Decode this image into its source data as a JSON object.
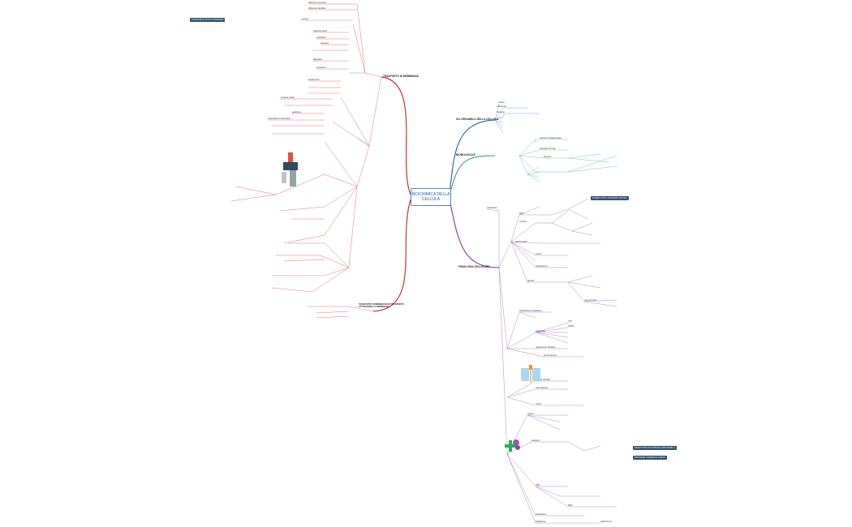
{
  "central": {
    "line1": "BIOCHIMICA DELLA",
    "line2": "CELLULA"
  },
  "branches": {
    "left_top": "TRASPORTO DI MEMBRANA",
    "left_bottom": "TRASPORTO DI MEMBRANA DI TRASPORTO ATTRAVERSO LA MEMBRANA",
    "right_1": "GLI ORGANELLI DELLA CELLULA",
    "right_2": "BIOMOLECOLE",
    "right_3": "FISIOLOGIA CELLULARE"
  },
  "callouts": [
    "TRASPORTO ATTIVO PRIMARIO",
    "POMPA SODIO-POTASSIO (ATPasi)",
    "RECETTORI ACCOPPIATI A PROTEINE G",
    "PROTEINE CARRIER E CANALI"
  ],
  "labels": {
    "l1": "diffusione semplice",
    "l2": "diffusione facilitata",
    "l3": "osmosi",
    "l4": "trasporto attivo",
    "l5": "endocitosi",
    "l6": "esocitosi",
    "l7": "fagocitosi",
    "l8": "pinocitosi",
    "l9": "canali ionici",
    "l10": "proteine carrier",
    "l11": "gradiente",
    "l12": "potenziale di membrana",
    "r1": "nucleo",
    "r2": "mitocondri",
    "r3": "ribosomi",
    "r4": "reticolo endoplasmatico",
    "r5": "apparato di Golgi",
    "r6": "lisosomi",
    "r7": "carboidrati",
    "r8": "lipidi",
    "r9": "proteine",
    "r10": "acidi nucleici",
    "r11": "enzimi",
    "r12": "metabolismo",
    "r13": "glicolisi",
    "r14": "ciclo di Krebs",
    "r15": "fosforilazione ossidativa",
    "r16": "fotosintesi",
    "r17": "ATP",
    "r18": "NADH",
    "r19": "respirazione cellulare",
    "r20": "fermentazione",
    "r21": "segnali cellulari",
    "r22": "ciclo cellulare",
    "r23": "mitosi",
    "r24": "meiosi",
    "r25": "apoptosi",
    "r26": "DNA",
    "r27": "RNA",
    "r28": "trascrizione",
    "r29": "traduzione",
    "r30": "replicazione"
  },
  "colors": {
    "left": "#c0392b",
    "right_top": "#2e6fa8",
    "right_mid": "#27a35a",
    "right_bottom": "#8e44ad",
    "central_border": "#4a86c8"
  }
}
